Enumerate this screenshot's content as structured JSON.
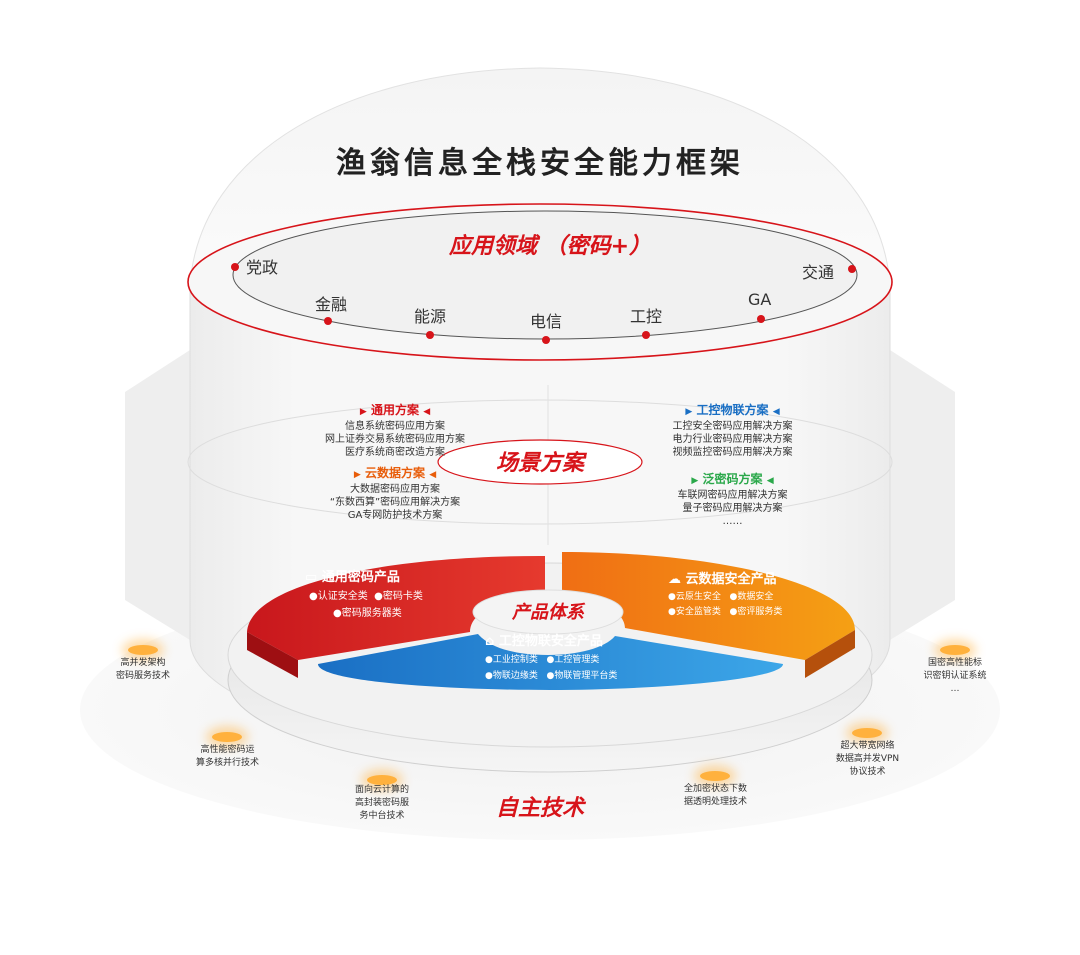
{
  "title": "渔翁信息全栈安全能力框架",
  "application_layer": {
    "title": "应用领域 （密码+）",
    "domains": [
      "党政",
      "金融",
      "能源",
      "电信",
      "工控",
      "GA",
      "交通"
    ]
  },
  "scenario_layer": {
    "title": "场景方案",
    "schemes": [
      {
        "name": "通用方案",
        "color": "#d7141a",
        "items": [
          "信息系统密码应用方案",
          "网上证券交易系统密码应用方案",
          "医疗系统商密改造方案"
        ]
      },
      {
        "name": "云数据方案",
        "color": "#e85d0a",
        "items": [
          "大数据密码应用方案",
          "“东数西算”密码应用解决方案",
          "GA专网防护技术方案"
        ]
      },
      {
        "name": "工控物联方案",
        "color": "#1a6fc4",
        "items": [
          "工控安全密码应用解决方案",
          "电力行业密码应用解决方案",
          "视频监控密码应用解决方案"
        ]
      },
      {
        "name": "泛密码方案",
        "color": "#2aa84a",
        "items": [
          "车联网密码应用解决方案",
          "量子密码应用解决方案",
          "……"
        ]
      }
    ]
  },
  "product_layer": {
    "title": "产品体系",
    "general": {
      "name": "通用密码产品",
      "items": [
        "认证安全类",
        "密码卡类",
        "密码服务器类"
      ]
    },
    "cloud": {
      "name": "云数据安全产品",
      "items": [
        "云原生安全",
        "数据安全",
        "安全监管类",
        "密评服务类"
      ]
    },
    "iot": {
      "name": "工控物联安全产品",
      "items": [
        "工业控制类",
        "工控管理类",
        "物联边缘类",
        "物联管理平台类"
      ]
    }
  },
  "tech_layer": {
    "title": "自主技术",
    "items": [
      {
        "lines": [
          "高并发架构",
          "密码服务技术"
        ]
      },
      {
        "lines": [
          "高性能密码运",
          "算多核并行技术"
        ]
      },
      {
        "lines": [
          "面向云计算的",
          "高封装密码服",
          "务中台技术"
        ]
      },
      {
        "lines": [
          "全加密状态下数",
          "据透明处理技术"
        ]
      },
      {
        "lines": [
          "超大带宽网络",
          "数据高并发VPN",
          "协议技术"
        ]
      },
      {
        "lines": [
          "国密高性能标",
          "识密钥认证系统",
          "…"
        ]
      }
    ]
  },
  "colors": {
    "accent_red": "#d7141a",
    "general_product": "#d42522",
    "cloud_product": "#f08a14",
    "iot_product": "#1f7fd0"
  }
}
